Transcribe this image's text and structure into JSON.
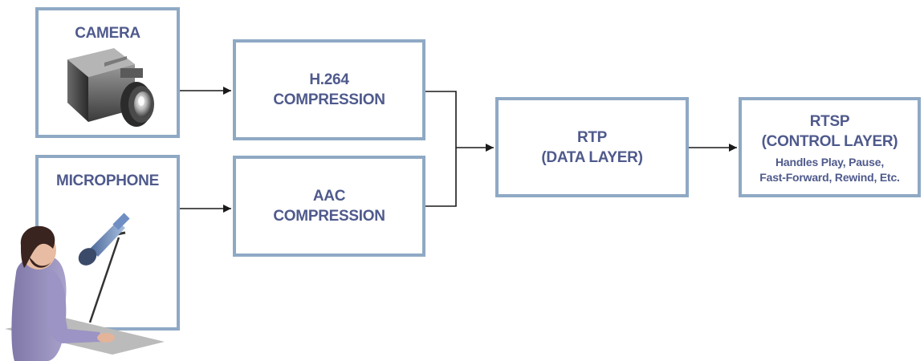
{
  "colors": {
    "box_border": "#8fa9c4",
    "label_text": "#4f5a8c",
    "connector": "#1a1a1a"
  },
  "sources": {
    "camera": {
      "label": "CAMERA",
      "icon": "video-camera-icon"
    },
    "microphone": {
      "label": "MICROPHONE",
      "icon": "person-with-microphone-illustration"
    }
  },
  "processing": {
    "h264": {
      "line1": "H.264",
      "line2": "COMPRESSION"
    },
    "aac": {
      "line1": "AAC",
      "line2": "COMPRESSION"
    }
  },
  "rtp": {
    "line1": "RTP",
    "line2": "(DATA LAYER)"
  },
  "rtsp": {
    "line1": "RTSP",
    "line2": "(CONTROL LAYER)",
    "desc1": "Handles Play, Pause,",
    "desc2": "Fast-Forward, Rewind, Etc."
  }
}
